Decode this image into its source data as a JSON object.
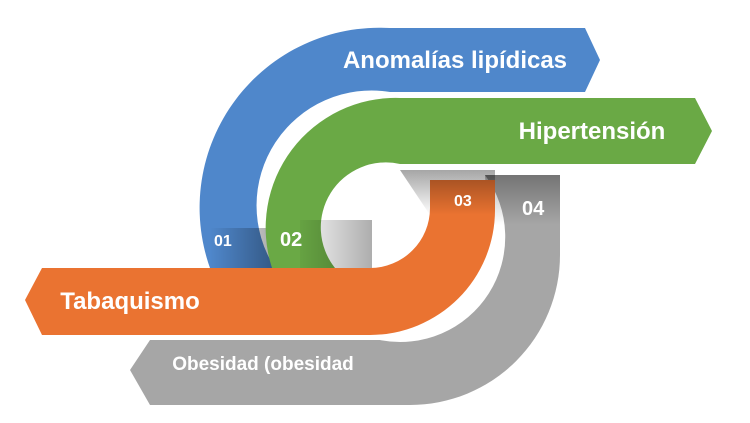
{
  "diagram": {
    "items": [
      {
        "number": "01",
        "label": "Anomalías lipídicas",
        "color": "#4F87CB"
      },
      {
        "number": "02",
        "label": "Hipertensión",
        "color": "#6AA945"
      },
      {
        "number": "03",
        "label": "Tabaquismo",
        "color": "#EA7331"
      },
      {
        "number": "04",
        "label": "Obesidad (obesidad",
        "color": "#A6A6A6"
      }
    ],
    "background": "#FFFFFF"
  }
}
